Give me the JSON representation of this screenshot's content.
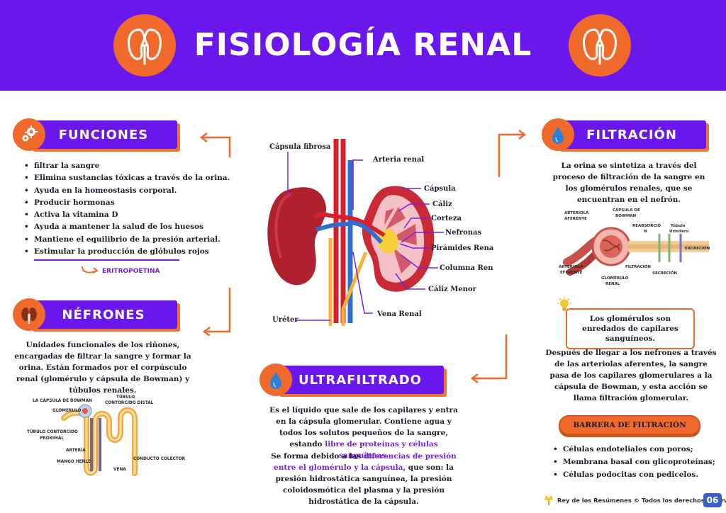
{
  "header": {
    "title": "FISIOLOGÍA RENAL"
  },
  "funciones": {
    "title": "FUNCIONES",
    "items": [
      "filtrar la sangre",
      "Elimina sustancias tóxicas a través de la orina.",
      "Ayuda en la homeostasis corporal.",
      "Producir hormonas",
      "Activa la vitamina D",
      "Ayuda a mantener la salud de los huesos",
      "Mantiene el equilibrio de la presión arterial.",
      "Estimular la producción de glóbulos rojos"
    ],
    "note": "ERITROPOETINA"
  },
  "nefrones": {
    "title": "NÉFRONES",
    "text": "Unidades funcionales de los riñones, encargadas de filtrar la sangre y formar la orina. Están formados por el corpúsculo renal (glomérulo y cápsula de Bowman) y túbulos renales.",
    "diagram_labels": {
      "capsula": "LA CÁPSULA DE BOWMAN",
      "glomerulo": "GLOMERULO",
      "tubulo_proximal": "TÚBULO CONTORCIDO PROXIMAL",
      "tubulo_distal": "TÚBULO CONTORCIDO DISTAL",
      "arteria": "ARTERÍA",
      "mango": "MANGO HENLE",
      "vena": "VENA",
      "conducto": "CONDUCTO COLECTOR"
    }
  },
  "kidney_diagram": {
    "labels": {
      "capsula_fibrosa": "Cápsula fibrosa",
      "arteria_renal": "Arteria renal",
      "capsula": "Cápsula",
      "caliz": "Cáliz",
      "corteza": "Corteza",
      "nefronas": "Nefronas",
      "piramides": "Pirámides Renales",
      "columna": "Columna Renal",
      "caliz_menor": "Cáliz Menor",
      "vena_renal": "Vena Renal",
      "ureter": "Uréter"
    }
  },
  "filtracion": {
    "title": "FILTRACIÓN",
    "text": "La orina se sintetiza a través del proceso de filtración de la sangre en los glomérulos renales, que se encuentran en el nefrón.",
    "diagram_labels": {
      "arteriola_aferente": "ARTERÍOLA AFERENTE",
      "capsula_bowman": "CÁPSULA DE BOWMAN",
      "reabsorcion": "REABSORCIÓ N",
      "tubulo": "Túbulo Urinífero",
      "excrecion": "EXCRECIÓN",
      "arteriola_eferente": "ARTERÍOLA EFERENTE",
      "filtracion": "FILTRACIÓN",
      "secrecion": "SECRECIÓN",
      "glomerulo": "GLOMÉRULO RENAL"
    },
    "box_text": "Los glomérulos son enredados de capilares sanguíneos.",
    "text2": "Después de llegar a los nefrones a través de las arteriolas aferentes, la sangre pasa de los capilares glomerulares a la cápsula de Bowman, y esta acción se llama filtración glomerular.",
    "barrera_title": "BARRERA DE FILTRACIÓN",
    "barrera_items": [
      "Células endoteliales con poros;",
      "Membrana basal con glicoproteínas;",
      "Células podocitas con pedicelos."
    ]
  },
  "ultrafiltrado": {
    "title": "ULTRAFILTRADO",
    "p1_a": "Es el líquido que sale de los capilares y entra en la cápsula glomerular. Contiene agua y todos los solutos pequeños de la sangre, estando ",
    "p1_b": "libre de proteínas y células sanguíneas.",
    "p2_a": "Se forma debido a las ",
    "p2_b": "diferencias de presión entre el glomérulo y la cápsula",
    "p2_c": ", que son: la presión hidrostática sanguínea, la presión coloidosmótica del plasma y la presión hidrostática de la cápsula."
  },
  "footer": {
    "text": "Rey de los Resúmenes © Todos los derechos reservados",
    "page": "06"
  },
  "colors": {
    "purple": "#6a17ee",
    "orange": "#f06a2c",
    "accent_text": "#7b1fe0"
  }
}
